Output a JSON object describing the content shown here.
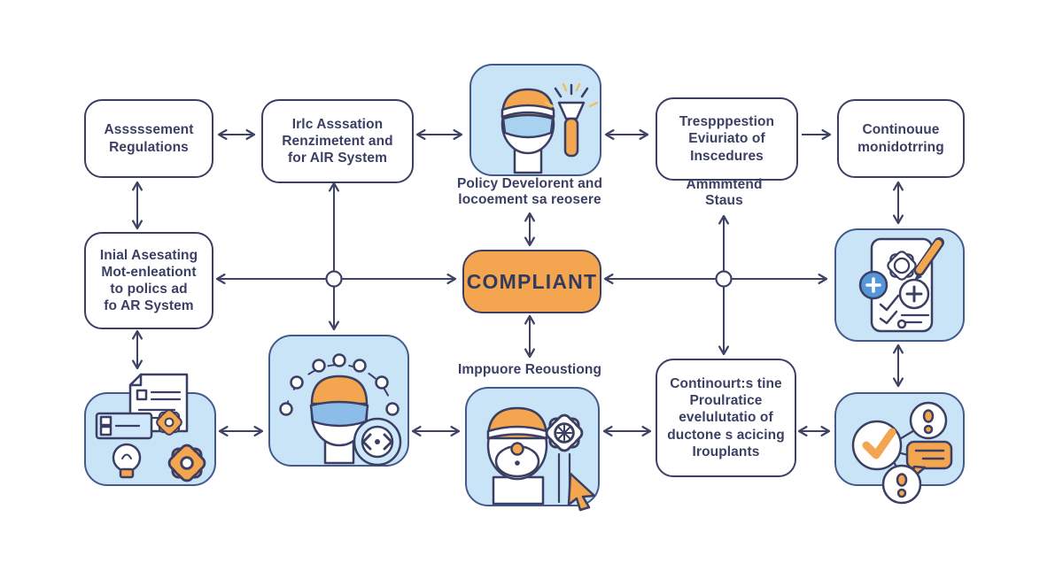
{
  "title": "AR compliance process diagram",
  "colors": {
    "navy_text": "#3b3f63",
    "arrow": "#3e4366",
    "tile_fill": "#c9e3f7",
    "tile_border": "#44598c",
    "accent_orange": "#f3a64f",
    "accent_blue": "#5596d8",
    "visor_blue": "#a9d2f0",
    "background": "#ffffff"
  },
  "nodes": {
    "assessment": {
      "label": "Asssssement\nRegulations"
    },
    "requirements": {
      "label": "Irlc Asssation\nRenzimetent and\nfor AlR System"
    },
    "policy": {
      "icon": "worker-flashlight-icon",
      "caption": "Policy Develorent and\nlocoement sa reosere"
    },
    "inspection": {
      "label": "Trespppestion\nEviuriato of\nInscedures",
      "caption": "Ammmtend\nStaus"
    },
    "monitoring": {
      "label": "Continouue\nmonidotrring"
    },
    "initial": {
      "label": "Inial Asesating\nMot-enleationt\nto polics ad\nfo AR System"
    },
    "compliant": {
      "label": "COMPLIANT"
    },
    "audit": {
      "icon": "tablet-audit-icon"
    },
    "documentation": {
      "icon": "documents-gears-icon"
    },
    "training": {
      "icon": "vr-headset-dots-icon"
    },
    "improve": {
      "icon": "worker-gear-ribbon-icon",
      "caption": "Imppuore Reoustiong"
    },
    "evaluation": {
      "label": "Continourt:s tine\nProulratice\nevelulutatio of\nductone s acicing\nIrouplants"
    },
    "feedback": {
      "icon": "check-feedback-icon"
    }
  }
}
